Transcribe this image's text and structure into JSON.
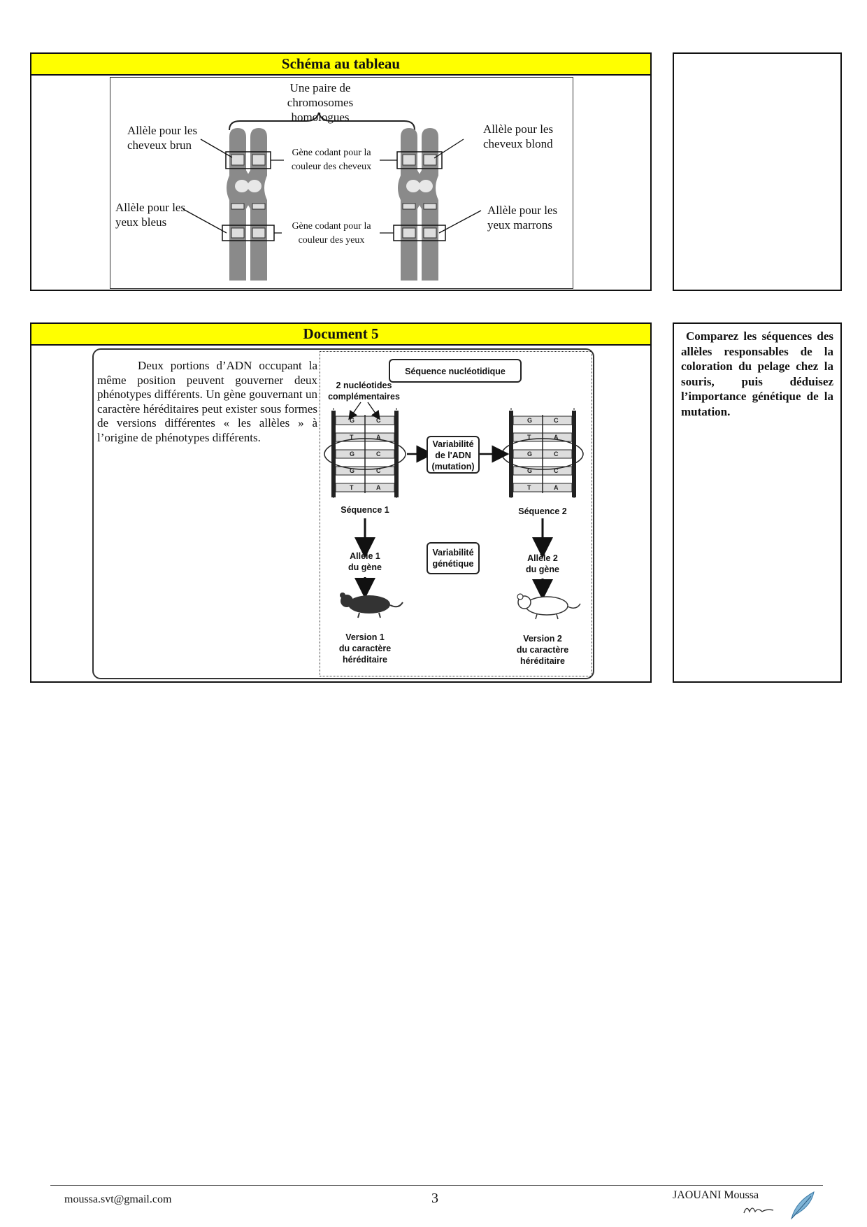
{
  "section1": {
    "title": "Schéma au tableau",
    "pair_label_line1": "Une paire de chromosomes",
    "pair_label_line2": "homologues",
    "left_top_l1": "Allèle pour les",
    "left_top_l2": "cheveux brun",
    "left_bottom_l1": "Allèle pour les",
    "left_bottom_l2": "yeux bleus",
    "right_top_l1": "Allèle pour les",
    "right_top_l2": "cheveux blond",
    "right_bottom_l1": "Allèle pour les",
    "right_bottom_l2": "yeux marrons",
    "gene_hair_l1": "Gène codant pour la",
    "gene_hair_l2": "couleur des cheveux",
    "gene_eyes_l1": "Gène codant pour la",
    "gene_eyes_l2": "couleur des yeux"
  },
  "section2": {
    "title": "Document 5",
    "text": "Deux portions d’ADN occupant la même position peuvent gouverner deux phénotypes différents. Un gène gouvernant un caractère héréditaires peut exister sous formes de versions différentes « les allèles » à l’origine de phénotypes différents.",
    "diagram": {
      "heading": "Séquence nucléotidique",
      "nucleotides_l1": "2 nucléotides",
      "nucleotides_l2": "complémentaires",
      "variability_adn_l1": "Variabilité",
      "variability_adn_l2": "de l'ADN",
      "variability_adn_l3": "(mutation)",
      "sequence1": "Séquence 1",
      "sequence2": "Séquence 2",
      "allele1_l1": "Allèle 1",
      "allele1_l2": "du gène",
      "allele2_l1": "Allèle 2",
      "allele2_l2": "du gène",
      "variability_gen_l1": "Variabilité",
      "variability_gen_l2": "génétique",
      "version1_l1": "Version 1",
      "version1_l2": "du caractère",
      "version1_l3": "héréditaire",
      "version2_l1": "Version 2",
      "version2_l2": "du caractère",
      "version2_l3": "héréditaire",
      "base_letters": [
        "G",
        "C",
        "T",
        "A",
        "G",
        "C"
      ]
    },
    "question": "Comparez les séquences des allèles responsables de la coloration du pelage chez la souris, puis déduisez l’importance génétique de la mutation."
  },
  "footer": {
    "email": "moussa.svt@gmail.com",
    "page_number": "3",
    "author": "JAOUANI Moussa"
  }
}
